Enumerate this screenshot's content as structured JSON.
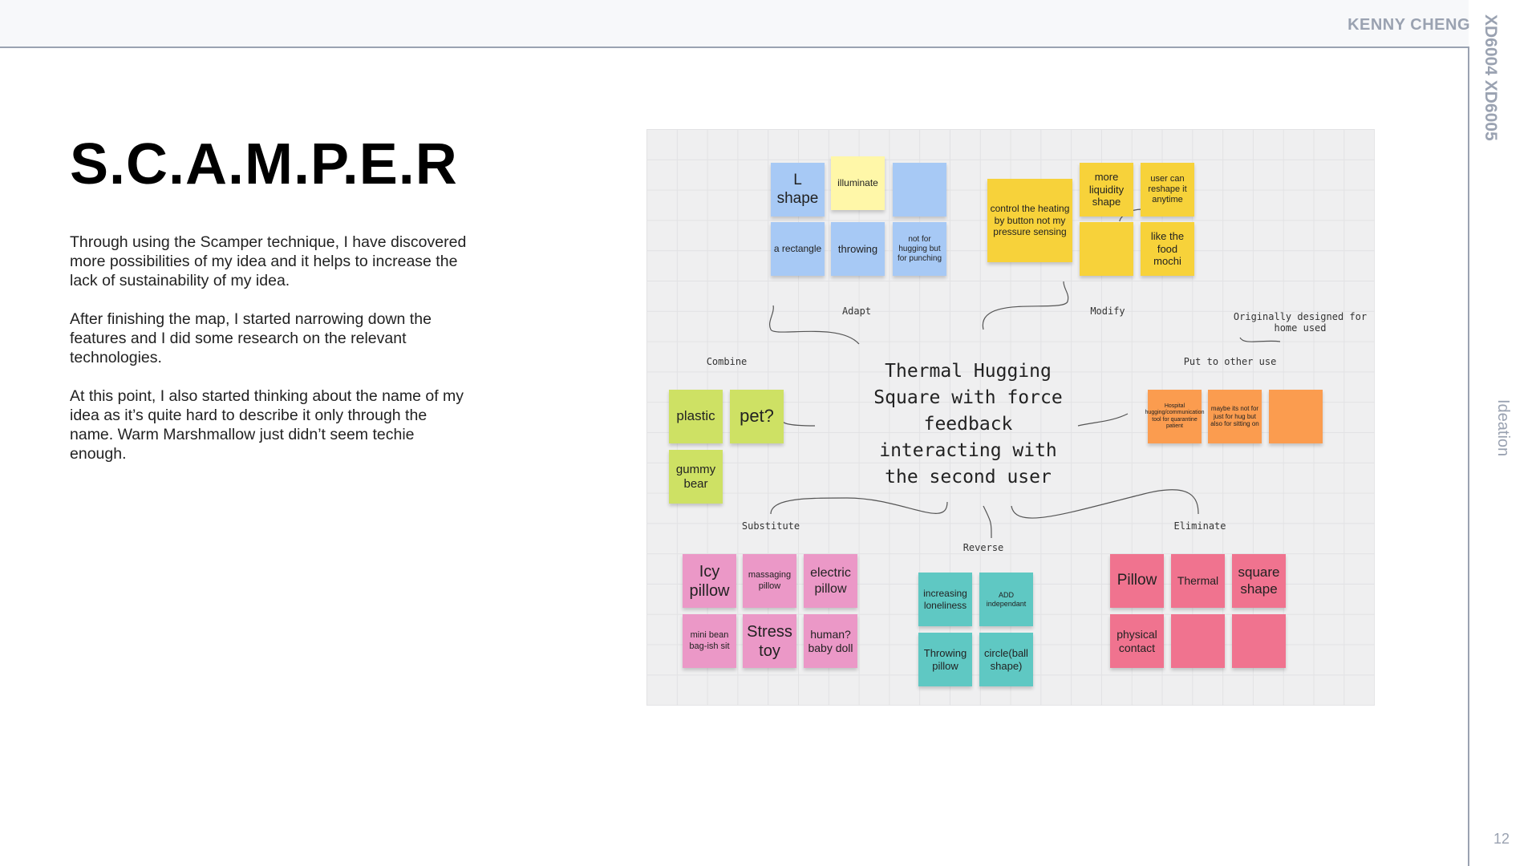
{
  "header": {
    "author": "KENNY CHENG",
    "course_codes": [
      "XD6004",
      "XD6005"
    ]
  },
  "sidebar": {
    "section": "Ideation",
    "page_number": "12"
  },
  "main": {
    "title": "S.C.A.M.P.E.R",
    "paragraphs": [
      "Through using the Scamper technique, I have discovered more possibilities of my idea and it helps to increase the lack of sustainability of my idea.",
      "After finishing the map, I started narrowing down the features and I did some research on the relevant technologies.",
      "At this point, I also started thinking about the name of my idea as it’s quite hard to describe it only through the name.  Warm Marshmallow just didn’t seem techie enough."
    ]
  },
  "board": {
    "center_text": "Thermal Hugging Square with force feedback interacting with the second user",
    "labels": {
      "adapt": "Adapt",
      "modify": "Modify",
      "combine": "Combine",
      "put_to_other_use": "Put to other use",
      "put_to_other_use_note": "Originally designed for home used",
      "substitute": "Substitute",
      "reverse": "Reverse",
      "eliminate": "Eliminate"
    },
    "adapt_notes": [
      "L shape",
      "illuminate",
      "",
      "a rectangle",
      "throwing",
      "not for hugging but for punching"
    ],
    "modify_notes": [
      "control the heating by button not my pressure sensing",
      "more liquidity shape",
      "user can reshape it anytime",
      "",
      "like the food mochi"
    ],
    "combine_notes": [
      "plastic",
      "pet?",
      "gummy bear"
    ],
    "other_use_notes": [
      "Hospital hugging/communication tool for quarantine patient",
      "maybe its not for just for hug but also for sitting on",
      ""
    ],
    "substitute_notes": [
      "Icy pillow",
      "massaging pillow",
      "electric pillow",
      "mini bean bag-ish sit",
      "Stress toy",
      "human? baby doll"
    ],
    "reverse_notes": [
      "increasing loneliness",
      "ADD independant",
      "Throwing pillow",
      "circle(ball shape)"
    ],
    "eliminate_notes": [
      "Pillow",
      "Thermal",
      "square shape",
      "physical contact",
      "",
      ""
    ]
  },
  "colors": {
    "rule": "#9aa2b1",
    "sticky_blue": "#a7c9f5",
    "sticky_yellow": "#f7d23a",
    "sticky_orange": "#fb9c4f",
    "sticky_lime": "#cee164",
    "sticky_pink": "#eb98c7",
    "sticky_teal": "#5fc8c3",
    "sticky_red": "#f0738f"
  }
}
